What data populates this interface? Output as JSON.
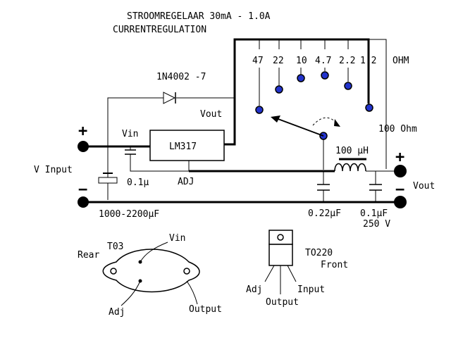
{
  "title": {
    "line1": "STROOMREGELAAR  30mA - 1.0A",
    "line2": "CURRENTREGULATION"
  },
  "labels": {
    "diode": "1N4002 -7",
    "vout_top": "Vout",
    "vin": "Vin",
    "regulator": "LM317",
    "adj": "ADJ",
    "cap_small": "0.1µ",
    "v_input": "V Input",
    "electrolytic": "1000-2200µF",
    "inductor": "100 µH",
    "resistor_100": "100 Ohm",
    "cap_022": "0.22µF",
    "cap_01": "0.1µF",
    "cap_voltage": "250 V",
    "vout_right": "Vout",
    "plus": "+",
    "minus": "−"
  },
  "resistors": [
    "47",
    "22",
    "10",
    "4.7",
    "2.2",
    "1.2"
  ],
  "resistor_unit": "OHM",
  "to3": {
    "rear": "Rear",
    "name": "T03",
    "vin": "Vin",
    "adj": "Adj",
    "output": "Output"
  },
  "to220": {
    "name": "TO220",
    "front": "Front",
    "adj": "Adj",
    "output": "Output",
    "input": "Input"
  },
  "colors": {
    "contact": "#2233cc",
    "line": "#000000"
  }
}
